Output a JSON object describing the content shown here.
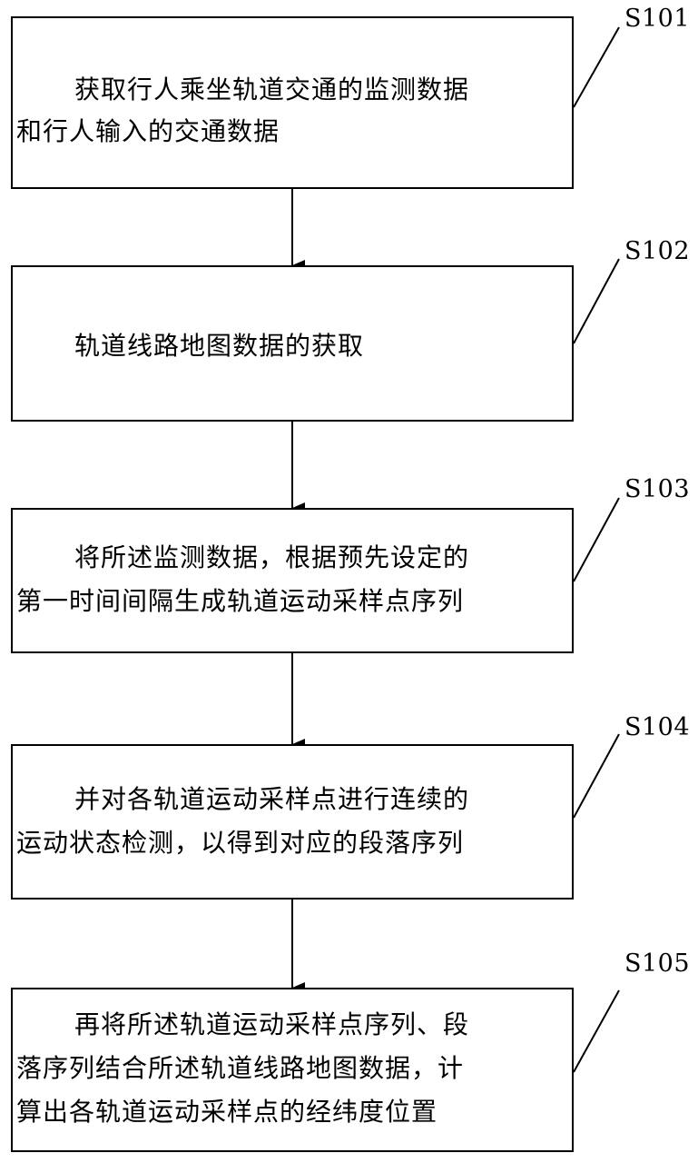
{
  "steps": [
    {
      "id": "S101",
      "lines": [
        "获取行人乘坐轨道交通的监测数据",
        "和行人输入的交通数据"
      ]
    },
    {
      "id": "S102",
      "lines": [
        "轨道线路地图数据的获取"
      ]
    },
    {
      "id": "S103",
      "lines": [
        "将所述监测数据，根据预先设定的",
        "第一时间间隔生成轨道运动采样点序列"
      ]
    },
    {
      "id": "S104",
      "lines": [
        "并对各轨道运动采样点进行连续的",
        "运动状态检测，以得到对应的段落序列"
      ]
    },
    {
      "id": "S105",
      "lines": [
        "再将所述轨道运动采样点序列、段",
        "落序列结合所述轨道线路地图数据，计",
        "算出各轨道运动采样点的经纬度位置"
      ]
    }
  ]
}
